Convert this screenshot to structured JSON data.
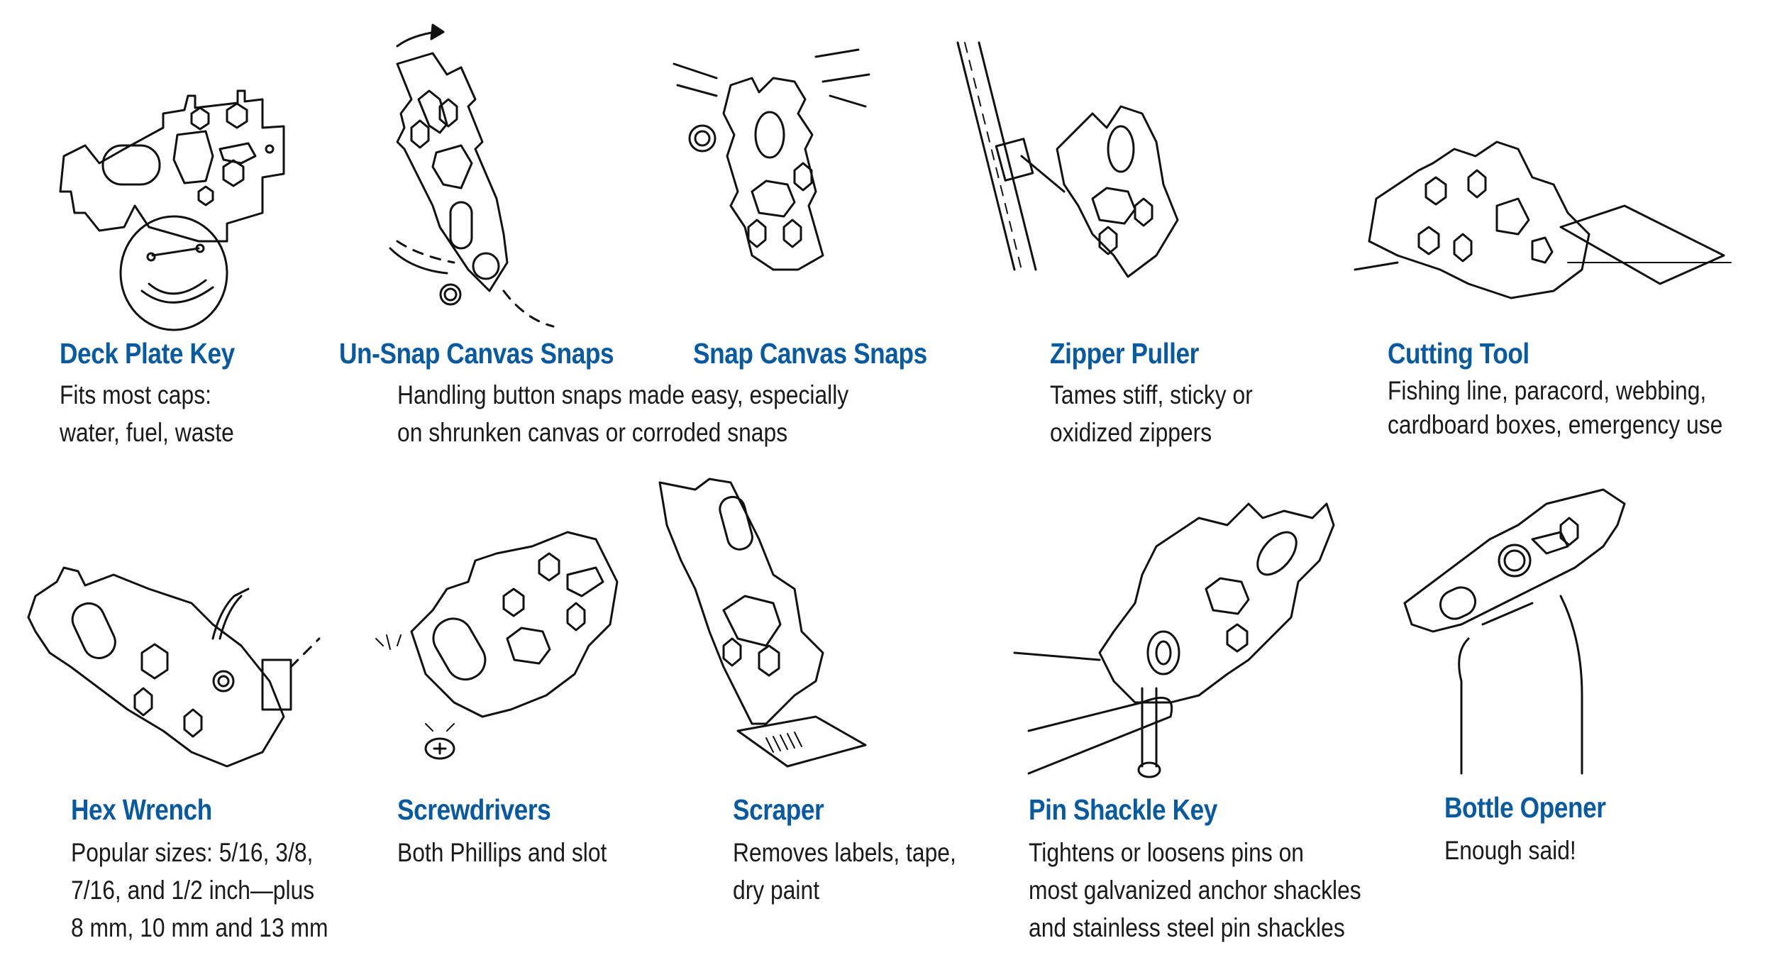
{
  "colors": {
    "heading": "#0a5aa0",
    "text": "#1a1a1a",
    "line_art": "#111111",
    "background": "#ffffff"
  },
  "features": [
    {
      "id": "deck-plate-key",
      "title": "Deck Plate Key",
      "lines": [
        "Fits most caps:",
        "water, fuel, waste"
      ],
      "illustration": "deck-plate-illustration"
    },
    {
      "id": "un-snap-canvas-snaps",
      "title": "Un-Snap Canvas Snaps",
      "lines": [],
      "illustration": "unsnap-illustration"
    },
    {
      "id": "snap-canvas-snaps",
      "title": "Snap Canvas Snaps",
      "lines": [],
      "illustration": "snap-illustration"
    },
    {
      "id": "snap-shared",
      "title": "",
      "lines": [
        "Handling button snaps made easy, especially",
        "on shrunken canvas or corroded snaps"
      ]
    },
    {
      "id": "zipper-puller",
      "title": "Zipper Puller",
      "lines": [
        "Tames stiff, sticky or",
        "oxidized zippers"
      ],
      "illustration": "zipper-illustration"
    },
    {
      "id": "cutting-tool",
      "title": "Cutting Tool",
      "lines": [
        "Fishing line, paracord, webbing,",
        "cardboard boxes, emergency use"
      ],
      "illustration": "cutting-illustration"
    },
    {
      "id": "hex-wrench",
      "title": "Hex Wrench",
      "lines": [
        "Popular sizes: 5/16, 3/8,",
        "7/16, and 1/2 inch—plus",
        "8 mm, 10 mm and 13 mm"
      ],
      "illustration": "hex-wrench-illustration"
    },
    {
      "id": "screwdrivers",
      "title": "Screwdrivers",
      "lines": [
        "Both Phillips and slot"
      ],
      "illustration": "screwdriver-illustration"
    },
    {
      "id": "scraper",
      "title": "Scraper",
      "lines": [
        "Removes labels, tape,",
        "dry paint"
      ],
      "illustration": "scraper-illustration"
    },
    {
      "id": "pin-shackle-key",
      "title": "Pin Shackle Key",
      "lines": [
        "Tightens or loosens pins on",
        "most galvanized anchor shackles",
        "and stainless steel pin shackles"
      ],
      "illustration": "shackle-illustration"
    },
    {
      "id": "bottle-opener",
      "title": "Bottle Opener",
      "lines": [
        "Enough said!"
      ],
      "illustration": "bottle-illustration"
    }
  ]
}
